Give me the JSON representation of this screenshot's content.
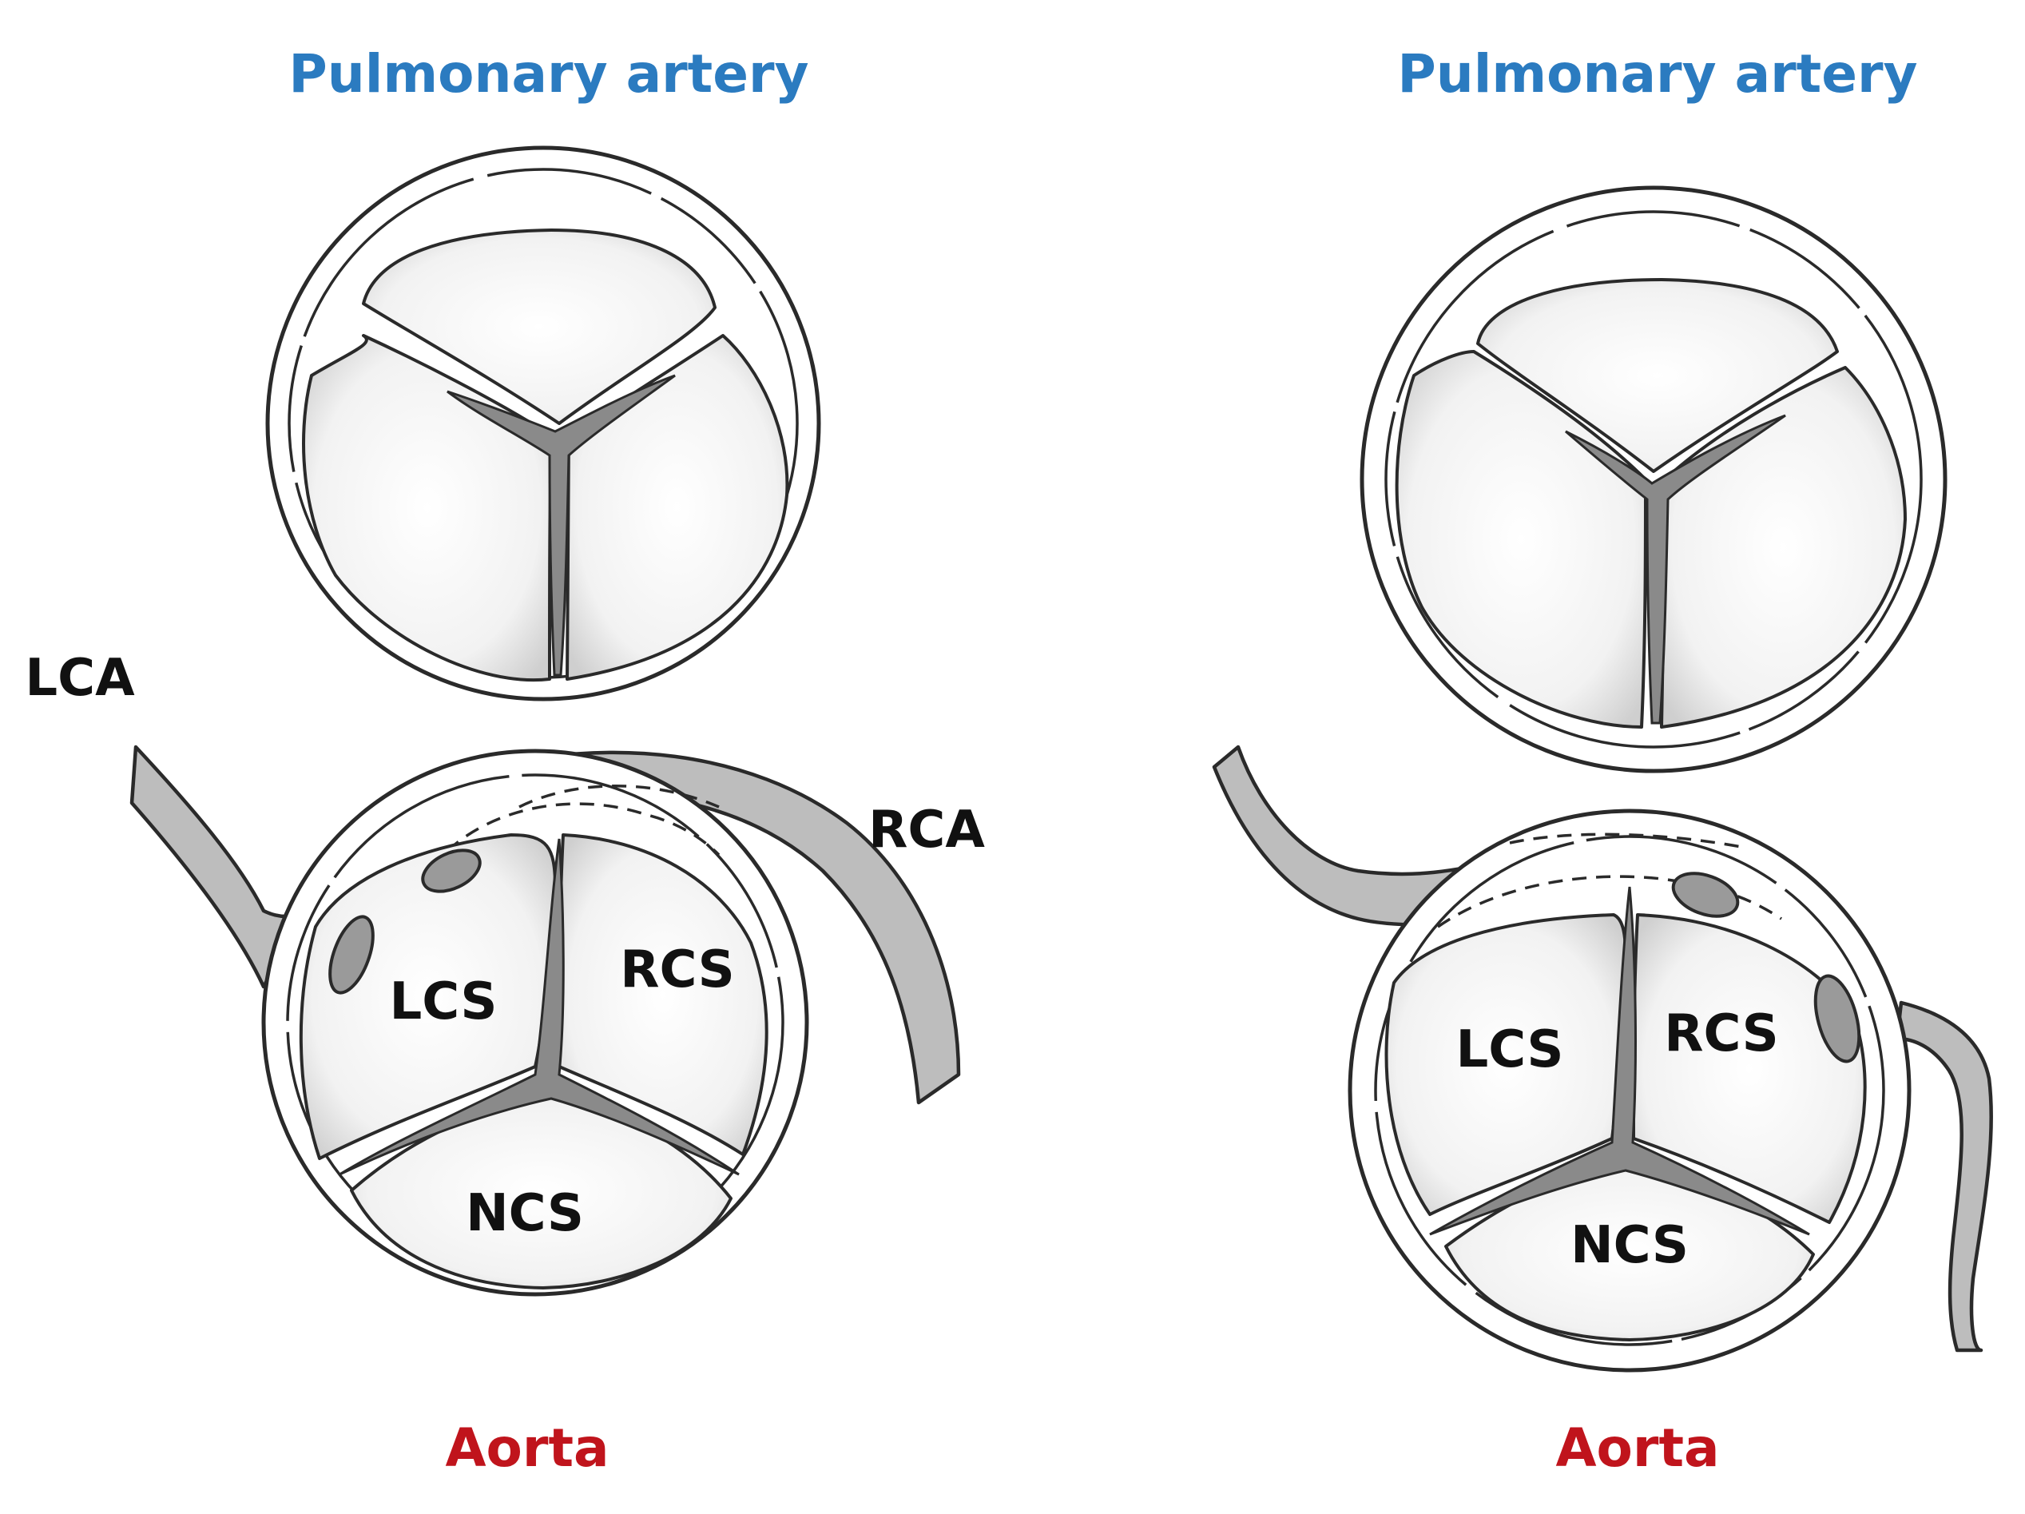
{
  "panels": [
    {
      "top_label": "Pulmonary artery",
      "bottom_label": "Aorta",
      "annotations": {
        "lca": "LCA",
        "rca": "RCA"
      },
      "cusps": {
        "left": "LCS",
        "right": "RCS",
        "non": "NCS"
      }
    },
    {
      "top_label": "Pulmonary artery",
      "bottom_label": "Aorta",
      "cusps": {
        "left": "LCS",
        "right": "RCS",
        "non": "NCS"
      }
    }
  ],
  "colors": {
    "pulmonary_label": "#2b7bc0",
    "aorta_label": "#c0141c",
    "cusp_label": "#111111"
  }
}
